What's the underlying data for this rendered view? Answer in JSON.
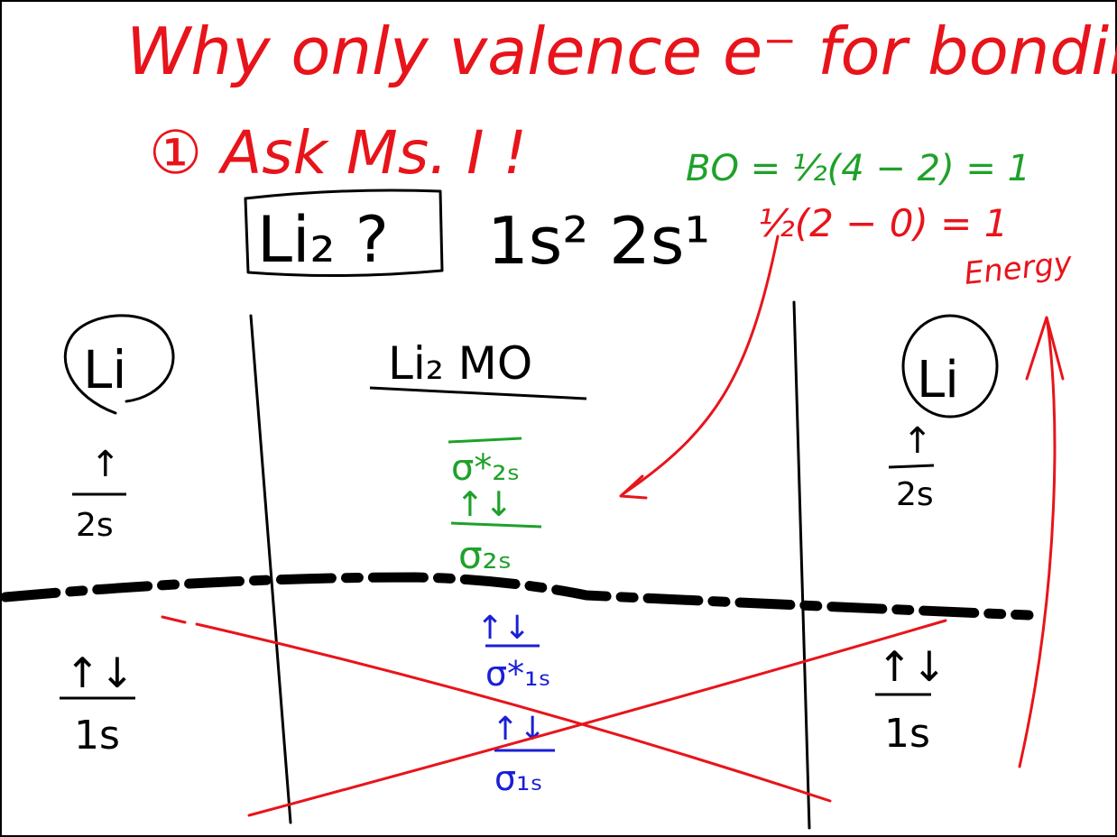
{
  "colors": {
    "red": "#e8141b",
    "green": "#1fa12a",
    "blue": "#1a1fd6",
    "black": "#000000",
    "background": "#ffffff"
  },
  "title": {
    "line1": "Why only valence e⁻ for bonding?",
    "line2": "① Ask Ms. I !"
  },
  "header": {
    "molecule": "Li₂ ?",
    "config": "1s² 2s¹",
    "bond_order_green": "BO = ½(4 − 2) = 1",
    "bond_order_red": "½(2 − 0) = 1",
    "energy_label": "Energy"
  },
  "left_atom": {
    "label": "Li",
    "orbital_2s": {
      "electrons": "↑",
      "label": "2s"
    },
    "orbital_1s": {
      "electrons": "↑↓",
      "label": "1s"
    }
  },
  "right_atom": {
    "label": "Li",
    "orbital_2s": {
      "electrons": "↑",
      "label": "2s"
    },
    "orbital_1s": {
      "electrons": "↑↓",
      "label": "1s"
    }
  },
  "mo": {
    "title": "Li₂ MO",
    "sigma_star_2s": "σ*₂ₛ",
    "sigma_2s": {
      "electrons": "↑↓",
      "label": "σ₂ₛ"
    },
    "sigma_star_1s": {
      "electrons": "↑↓",
      "label": "σ*₁ₛ"
    },
    "sigma_1s": {
      "electrons": "↑↓",
      "label": "σ₁ₛ"
    }
  }
}
